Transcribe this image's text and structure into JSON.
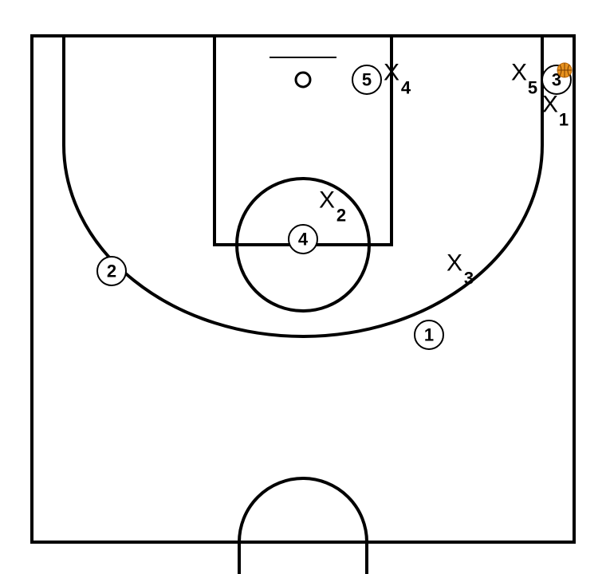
{
  "colors": {
    "lines": "#000000",
    "background": "#ffffff",
    "ball": "#e8931f"
  },
  "offense": [
    {
      "id": "o1",
      "label": "1"
    },
    {
      "id": "o2",
      "label": "2"
    },
    {
      "id": "o3",
      "label": "3",
      "has_ball": true
    },
    {
      "id": "o4",
      "label": "4"
    },
    {
      "id": "o5",
      "label": "5"
    }
  ],
  "defense": [
    {
      "id": "x1",
      "symbol": "X",
      "label": "1"
    },
    {
      "id": "x2",
      "symbol": "X",
      "label": "2"
    },
    {
      "id": "x3",
      "symbol": "X",
      "label": "3"
    },
    {
      "id": "x4",
      "symbol": "X",
      "label": "4"
    },
    {
      "id": "x5",
      "symbol": "X",
      "label": "5"
    }
  ]
}
